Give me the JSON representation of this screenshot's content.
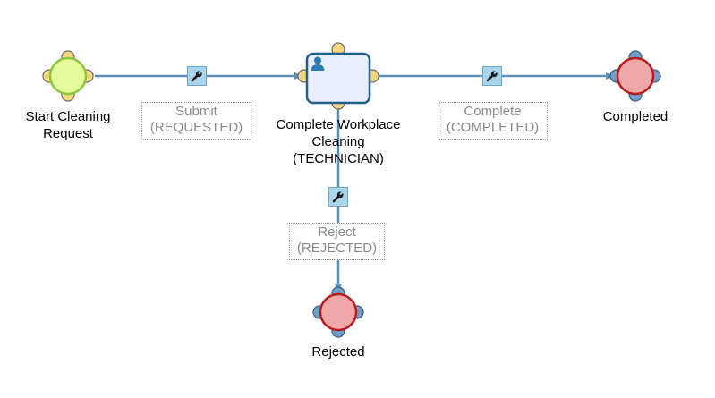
{
  "colors": {
    "flow_line": "#5b8fb8",
    "start_fill": "#e6fb9c",
    "start_stroke": "#8cc63f",
    "end_fill": "#f0a7a7",
    "end_stroke": "#b71c1c",
    "task_fill": "#e8eefb",
    "task_stroke": "#1f5f8b",
    "handle_yellow": "#f6d67a",
    "handle_blue": "#6f9fc9",
    "wrench_bg": "#a9d5ec"
  },
  "nodes": {
    "start": {
      "type": "start-event",
      "label_lines": [
        "Start Cleaning",
        "Request"
      ]
    },
    "task": {
      "type": "user-task",
      "label_lines": [
        "Complete Workplace",
        "Cleaning",
        "(TECHNICIAN)"
      ],
      "icon": "user-icon"
    },
    "completed": {
      "type": "end-event",
      "label_lines": [
        "Completed"
      ]
    },
    "rejected": {
      "type": "end-event",
      "label_lines": [
        "Rejected"
      ]
    }
  },
  "transitions": {
    "submit": {
      "label_lines": [
        "Submit",
        "(REQUESTED)"
      ],
      "icon": "wrench-icon"
    },
    "complete": {
      "label_lines": [
        "Complete",
        "(COMPLETED)"
      ],
      "icon": "wrench-icon"
    },
    "reject": {
      "label_lines": [
        "Reject",
        "(REJECTED)"
      ],
      "icon": "wrench-icon"
    }
  }
}
